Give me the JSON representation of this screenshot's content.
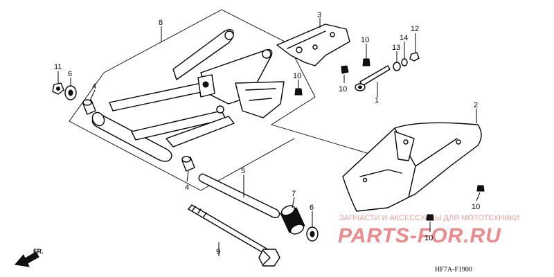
{
  "callouts": {
    "p1": "1",
    "p2": "2",
    "p3": "3",
    "p4a": "4",
    "p4b": "4",
    "p5": "5",
    "p6a": "6",
    "p6b": "6",
    "p7": "7",
    "p8": "8",
    "p9": "9",
    "p10a": "10",
    "p10b": "10",
    "p10c": "10",
    "p10d": "10",
    "p10e": "10",
    "p11": "11",
    "p12": "12",
    "p13": "13",
    "p14": "14"
  },
  "direction_label": "FR.",
  "watermark": {
    "caption": "ЗАПЧАСТИ И АКСЕССУАРЫ ДЛЯ МОТОТЕХНИКИ",
    "logo": "PARTS-FOR.RU"
  },
  "diagram_code": "HF7A-F1900"
}
